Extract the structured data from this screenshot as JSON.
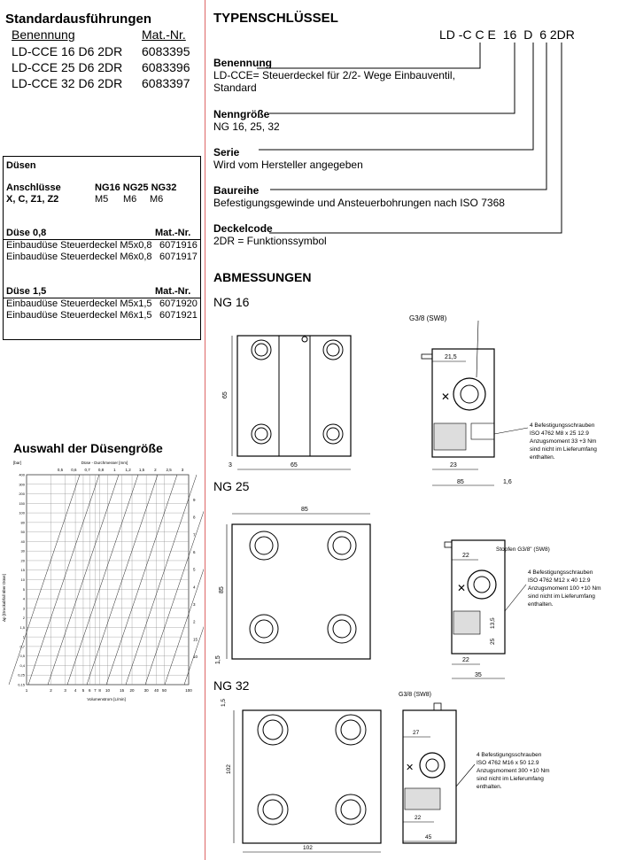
{
  "standard": {
    "title": "Standardausführungen",
    "col_name": "Benennung",
    "col_mat": "Mat.-Nr.",
    "rows": [
      {
        "name": "LD-CCE 16 D6 2DR",
        "mat": "6083395"
      },
      {
        "name": "LD-CCE 25 D6 2DR",
        "mat": "6083396"
      },
      {
        "name": "LD-CCE 32 D6 2DR",
        "mat": "6083397"
      }
    ]
  },
  "duesen": {
    "title": "Düsen",
    "anschluesse_label": "Anschlüsse",
    "ng_header": "NG16 NG25 NG32",
    "ports": "X, C, Z1, Z2",
    "threads": [
      "M5",
      "M6",
      "M6"
    ],
    "d08": {
      "title": "Düse 0,8",
      "mat_label": "Mat.-Nr.",
      "rows": [
        {
          "name": "Einbaudüse Steuerdeckel M5x0,8",
          "mat": "6071916"
        },
        {
          "name": "Einbaudüse Steuerdeckel M6x0,8",
          "mat": "6071917"
        }
      ]
    },
    "d15": {
      "title": "Düse 1,5",
      "mat_label": "Mat.-Nr.",
      "rows": [
        {
          "name": "Einbaudüse Steuerdeckel M5x1,5",
          "mat": "6071920"
        },
        {
          "name": "Einbaudüse Steuerdeckel M6x1,5",
          "mat": "6071921"
        }
      ]
    }
  },
  "auswahl": {
    "title": "Auswahl der Düsengröße",
    "top_axis_label": "Düse - Durchmesser [mm]",
    "top_ticks": [
      "0,5",
      "0,6",
      "0,7",
      "0,8",
      "1",
      "1,2",
      "1,5",
      "2",
      "2,5",
      "3"
    ],
    "y_unit": "[bar]",
    "y_ticks": [
      "400",
      "300",
      "200",
      "150",
      "100",
      "80",
      "50",
      "40",
      "30",
      "20",
      "15",
      "10",
      "5",
      "4",
      "3",
      "2",
      "1,5",
      "1",
      "0,7",
      "0,5",
      "0,4",
      "0,25",
      "0,15"
    ],
    "y_label": "Δp [Druckabfall über Düse]",
    "right_ticks": [
      "9",
      "8",
      "7",
      "6",
      "5",
      "4",
      "3",
      "2",
      "15",
      "10"
    ],
    "x_ticks": [
      "1",
      "2",
      "3",
      "4",
      "5",
      "6",
      "7",
      "8",
      "10",
      "15",
      "20",
      "30",
      "40",
      "50",
      "100"
    ],
    "x_label": "Volumenstrom [L/min]"
  },
  "typen": {
    "title": "TYPENSCHLÜSSEL",
    "code": [
      "LD",
      "-C",
      "C",
      "E",
      "16",
      "D",
      "6",
      "2DR"
    ],
    "items": [
      {
        "label": "Benennung",
        "text": "LD-CCE= Steuerdeckel für 2/2- Wege Einbauventil, Standard"
      },
      {
        "label": "Nenngröße",
        "text": "NG 16, 25, 32"
      },
      {
        "label": "Serie",
        "text": "Wird vom Hersteller angegeben"
      },
      {
        "label": "Baureihe",
        "text": "Befestigungsgewinde und Ansteuerbohrungen nach ISO 7368"
      },
      {
        "label": "Deckelcode",
        "text": "2DR = Funktionssymbol"
      }
    ]
  },
  "abm": {
    "title": "ABMESSUNGEN",
    "ng16": {
      "label": "NG 16",
      "port": "G3/8 (SW8)",
      "dims": {
        "h": "65",
        "w": "65",
        "left": "3",
        "d1": "21,5",
        "d2": "23",
        "d3": "85",
        "d4": "1,6"
      },
      "note": [
        "4 Befestigungsschrauben",
        "ISO 4762 M8 x 25   12.9",
        "Anzugsmoment 33 +3 Nm",
        "sind nicht im Lieferumfang",
        "enthalten."
      ]
    },
    "ng25": {
      "label": "NG 25",
      "port": "Stopfen G3/8\" (SW8)",
      "dims": {
        "top": "85",
        "h": "85",
        "left": "1,5",
        "d1": "22",
        "d2": "22",
        "d3": "35",
        "d4": "13,5",
        "d5": "25"
      },
      "note": [
        "4 Befestigungsschrauben",
        "ISO 4762 M12 x 40   12.9",
        "Anzugsmoment 100 +10 Nm",
        "sind nicht im Lieferumfang",
        "enthalten."
      ]
    },
    "ng32": {
      "label": "NG 32",
      "port": "G3/8 (SW8)",
      "dims": {
        "top": "1,5",
        "h": "102",
        "w": "102",
        "d1": "27",
        "d2": "22",
        "d3": "45"
      },
      "note": [
        "4 Befestigungsschrauben",
        "ISO 4762 M16 x 50   12.9",
        "Anzugsmoment 300 +10 Nm",
        "sind nicht im Lieferumfang",
        "enthalten."
      ]
    }
  }
}
